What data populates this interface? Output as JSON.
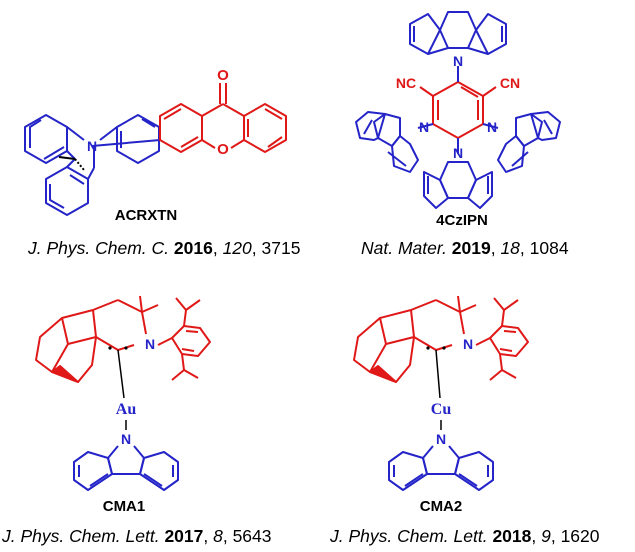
{
  "colors": {
    "donor": "#2424c8",
    "acceptor": "#e01818",
    "black": "#000000"
  },
  "molecules": [
    {
      "name": "ACRXTN",
      "atoms": {
        "n": "N",
        "o_ketone": "O",
        "o_ring": "O"
      },
      "reference": {
        "journal": "J. Phys. Chem. C.",
        "year": "2016",
        "volume": "120",
        "pages": "3715"
      }
    },
    {
      "name": "4CzIPN",
      "atoms": {
        "n": "N",
        "cn": "NC",
        "cn_right": "CN"
      },
      "reference": {
        "journal": "Nat. Mater.",
        "year": "2019",
        "volume": "18",
        "pages": "1084"
      }
    },
    {
      "name": "CMA1",
      "atoms": {
        "n": "N",
        "metal": "Au"
      },
      "reference": {
        "journal": "J. Phys. Chem. Lett.",
        "year": "2017",
        "volume": "8",
        "pages": "5643"
      }
    },
    {
      "name": "CMA2",
      "atoms": {
        "n": "N",
        "metal": "Cu"
      },
      "reference": {
        "journal": "J. Phys. Chem. Lett.",
        "year": "2018",
        "volume": "9",
        "pages": "1620"
      }
    }
  ]
}
